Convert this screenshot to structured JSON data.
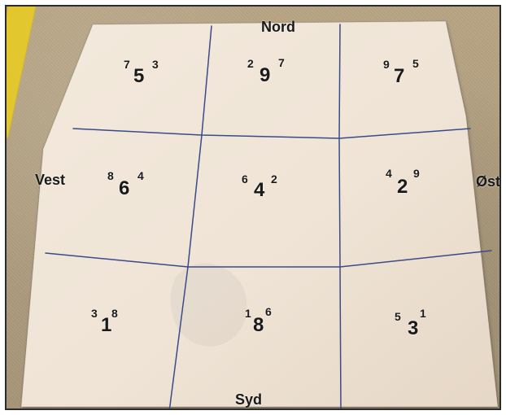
{
  "directions": {
    "north": "Nord",
    "west": "Vest",
    "east": "Øst",
    "south": "Syd"
  },
  "grid": [
    {
      "main": "5",
      "left": "7",
      "right": "3"
    },
    {
      "main": "9",
      "left": "2",
      "right": "7"
    },
    {
      "main": "7",
      "left": "9",
      "right": "5"
    },
    {
      "main": "6",
      "left": "8",
      "right": "4"
    },
    {
      "main": "4",
      "left": "6",
      "right": "2"
    },
    {
      "main": "2",
      "left": "4",
      "right": "9"
    },
    {
      "main": "1",
      "left": "3",
      "right": "8"
    },
    {
      "main": "8",
      "left": "1",
      "right": "6"
    },
    {
      "main": "3",
      "left": "5",
      "right": "1"
    }
  ],
  "colors": {
    "paper": "#efe4d6",
    "grid_line": "#3b4a8a",
    "text": "#1a1a1a",
    "tape": "#e6c92b",
    "floor": "#b7a585"
  }
}
